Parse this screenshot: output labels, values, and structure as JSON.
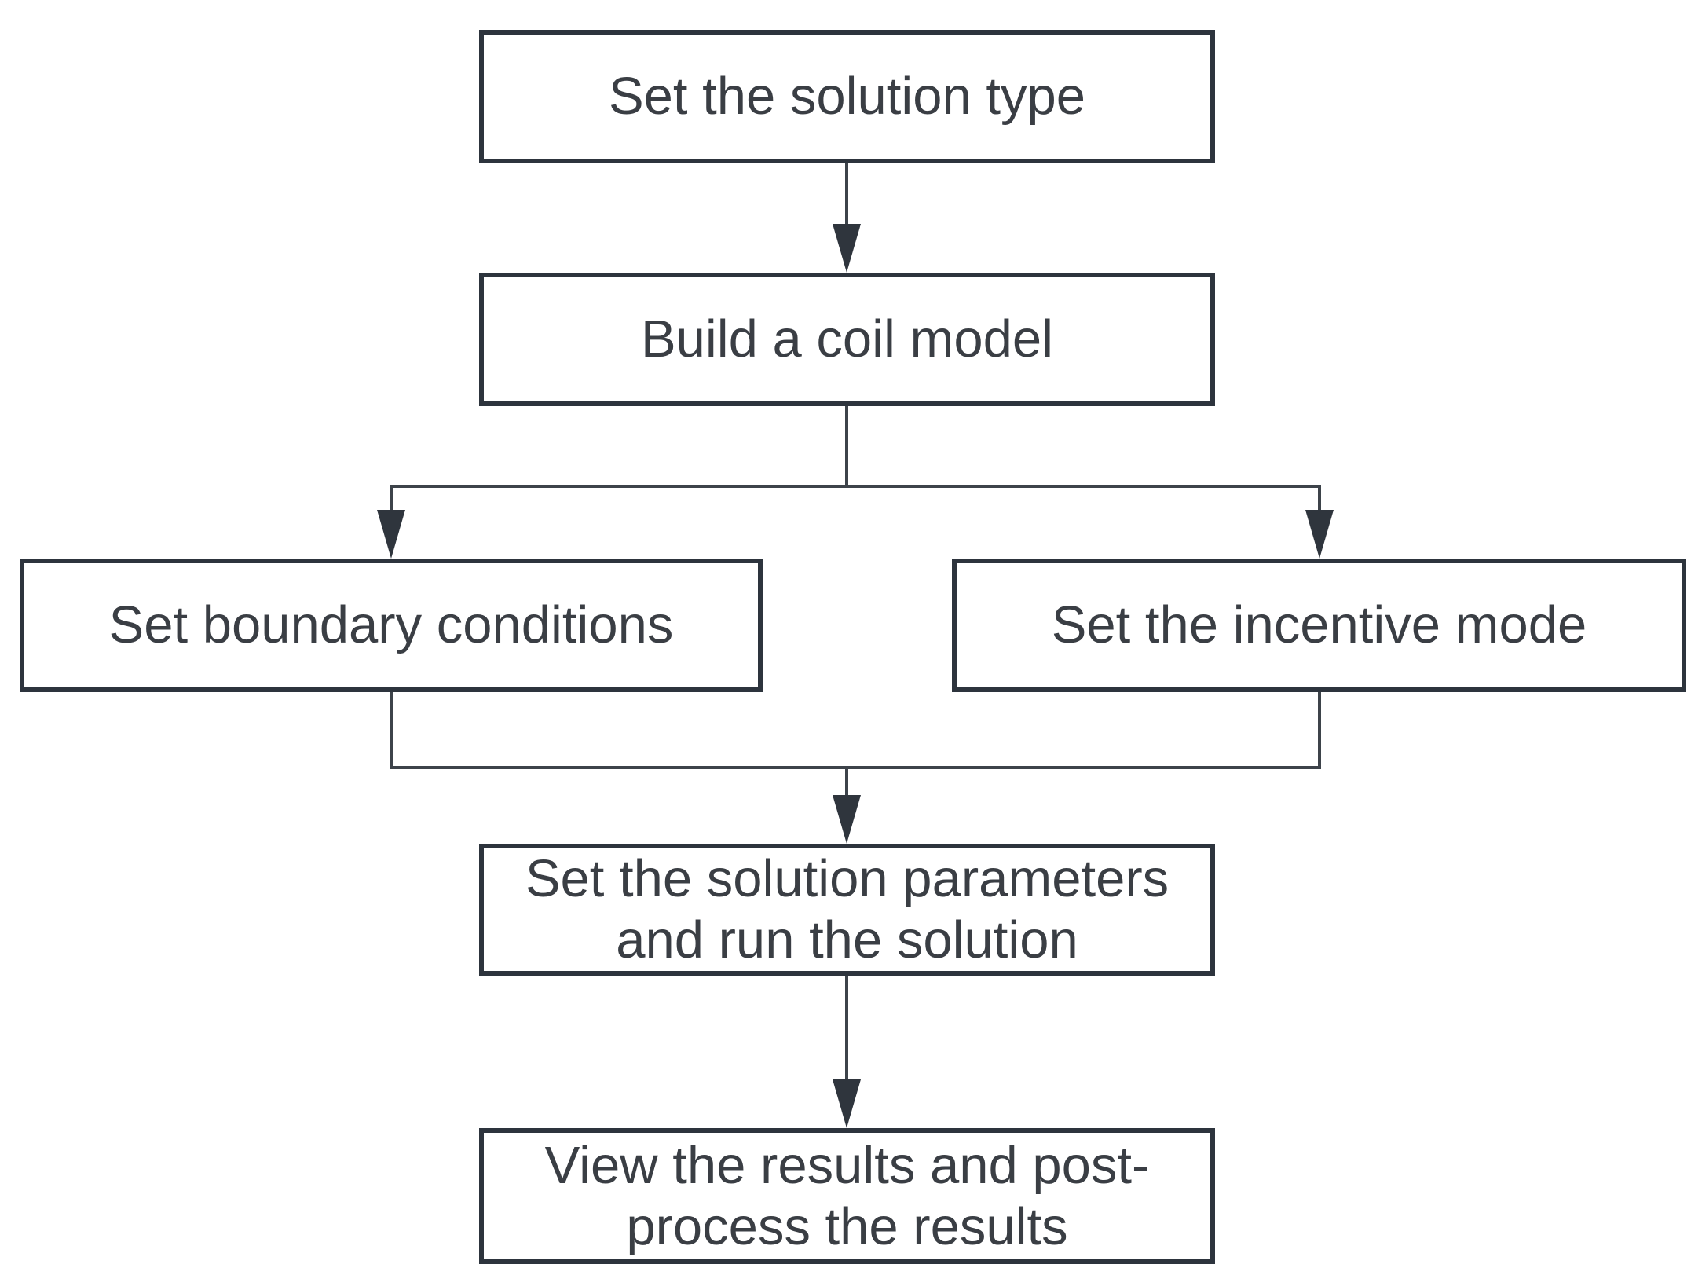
{
  "nodes": {
    "solution_type": {
      "label": "Set the solution type"
    },
    "coil_model": {
      "label": "Build a coil model"
    },
    "boundary": {
      "label": "Set boundary conditions"
    },
    "incentive": {
      "label": "Set the incentive mode"
    },
    "solve": {
      "label": "Set the solution parameters\nand run the solution"
    },
    "results": {
      "label": "View the results and post-\nprocess the results"
    }
  },
  "colors": {
    "background": "#ffffff",
    "box-border": "#2d343d",
    "box-fill": "#ffffff",
    "text": "#3a3e44",
    "line": "#3d434a",
    "arrow": "#2f353d"
  }
}
